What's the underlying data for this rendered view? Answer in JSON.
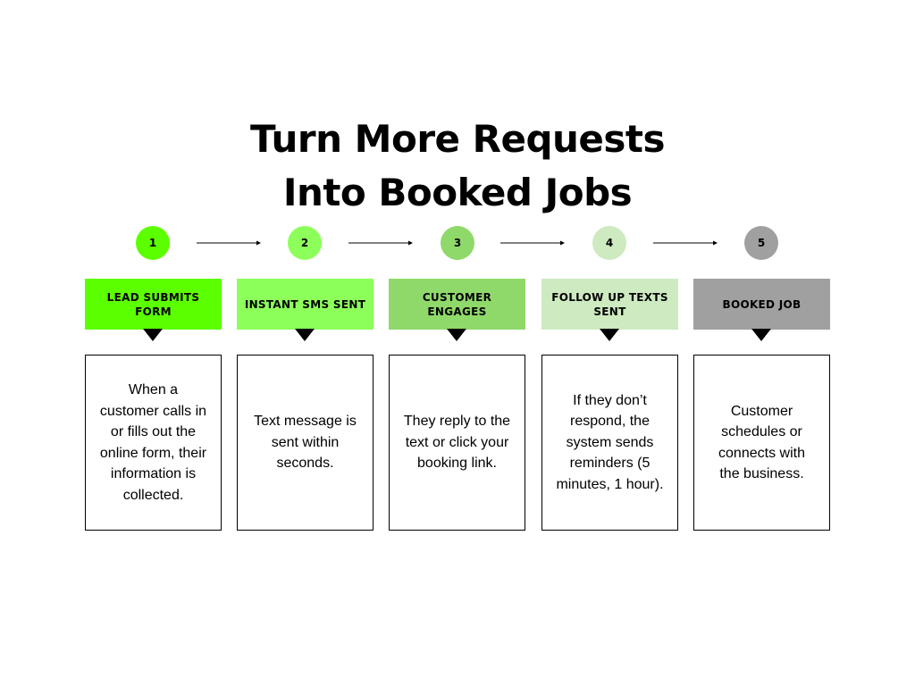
{
  "title": {
    "line1": "Turn More Requests",
    "line2": "Into Booked Jobs"
  },
  "steps": [
    {
      "number": "1",
      "label": "LEAD SUBMITS FORM",
      "description": "When a customer calls in or fills out the online form, their information is collected.",
      "circle_color": "#5cff00",
      "header_color": "#5cff00"
    },
    {
      "number": "2",
      "label": "INSTANT SMS SENT",
      "description": "Text message is sent within seconds.",
      "circle_color": "#8dff5a",
      "header_color": "#8dff5a"
    },
    {
      "number": "3",
      "label": "CUSTOMER ENGAGES",
      "description": "They reply to the text or click your booking link.",
      "circle_color": "#8fd96a",
      "header_color": "#8fd96a"
    },
    {
      "number": "4",
      "label": "FOLLOW UP TEXTS SENT",
      "description": "If they don’t respond, the system sends reminders (5 minutes, 1 hour).",
      "circle_color": "#cdeac0",
      "header_color": "#cdeac0"
    },
    {
      "number": "5",
      "label": "BOOKED JOB",
      "description": "Customer schedules or connects with the business.",
      "circle_color": "#a0a0a0",
      "header_color": "#a0a0a0"
    }
  ]
}
